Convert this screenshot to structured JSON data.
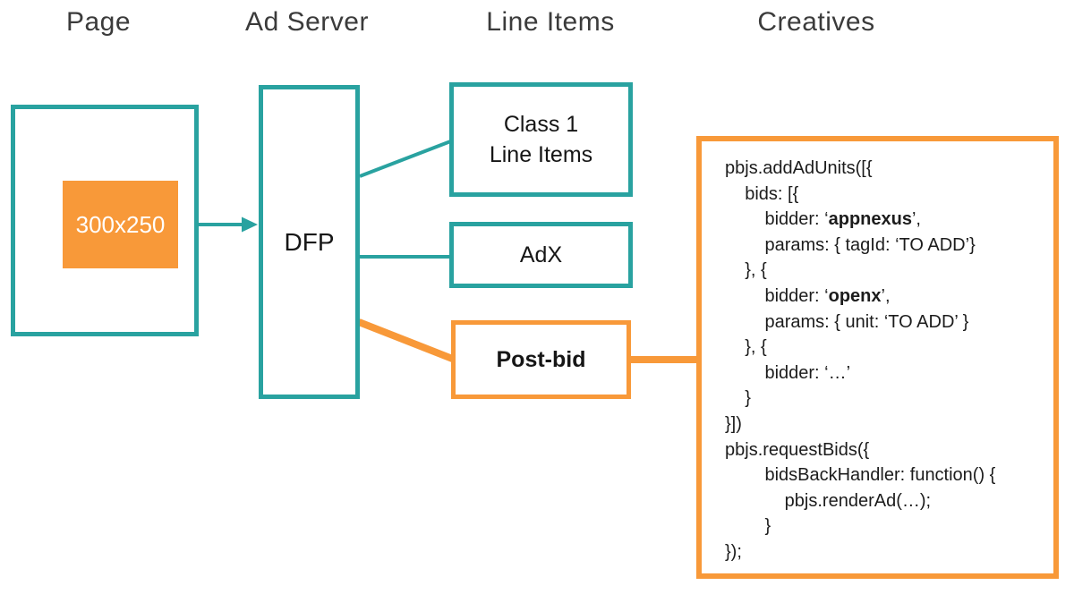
{
  "headers": {
    "page": "Page",
    "ad_server": "Ad Server",
    "line_items": "Line Items",
    "creatives": "Creatives"
  },
  "colors": {
    "teal": "#29A2A0",
    "orange": "#F89939",
    "heading_text": "#3B3B3B",
    "code_text": "#1C1C1C",
    "ad_slot_text": "#FFFFFF"
  },
  "page_column": {
    "ad_slot_label": "300x250"
  },
  "ad_server_column": {
    "dfp_label": "DFP"
  },
  "line_items_column": {
    "class1_label": "Class 1\nLine Items",
    "adx_label": "AdX",
    "postbid_label": "Post-bid"
  },
  "creatives_column": {
    "code_lines": [
      {
        "pre": "pbjs.addAdUnits([{",
        "bold": "",
        "post": ""
      },
      {
        "pre": "    bids: [{",
        "bold": "",
        "post": ""
      },
      {
        "pre": "        bidder: ‘",
        "bold": "appnexus",
        "post": "’,"
      },
      {
        "pre": "        params: { tagId: ‘TO ADD’}",
        "bold": "",
        "post": ""
      },
      {
        "pre": "    }, {",
        "bold": "",
        "post": ""
      },
      {
        "pre": "        bidder: ‘",
        "bold": "openx",
        "post": "’,"
      },
      {
        "pre": "        params: { unit: ‘TO ADD’ }",
        "bold": "",
        "post": ""
      },
      {
        "pre": "    }, {",
        "bold": "",
        "post": ""
      },
      {
        "pre": "        bidder: ‘…’",
        "bold": "",
        "post": ""
      },
      {
        "pre": "    }",
        "bold": "",
        "post": ""
      },
      {
        "pre": "}])",
        "bold": "",
        "post": ""
      },
      {
        "pre": "pbjs.requestBids({",
        "bold": "",
        "post": ""
      },
      {
        "pre": "        bidsBackHandler: function() {",
        "bold": "",
        "post": ""
      },
      {
        "pre": "            pbjs.renderAd(…);",
        "bold": "",
        "post": ""
      },
      {
        "pre": "        }",
        "bold": "",
        "post": ""
      },
      {
        "pre": "});",
        "bold": "",
        "post": ""
      }
    ]
  }
}
